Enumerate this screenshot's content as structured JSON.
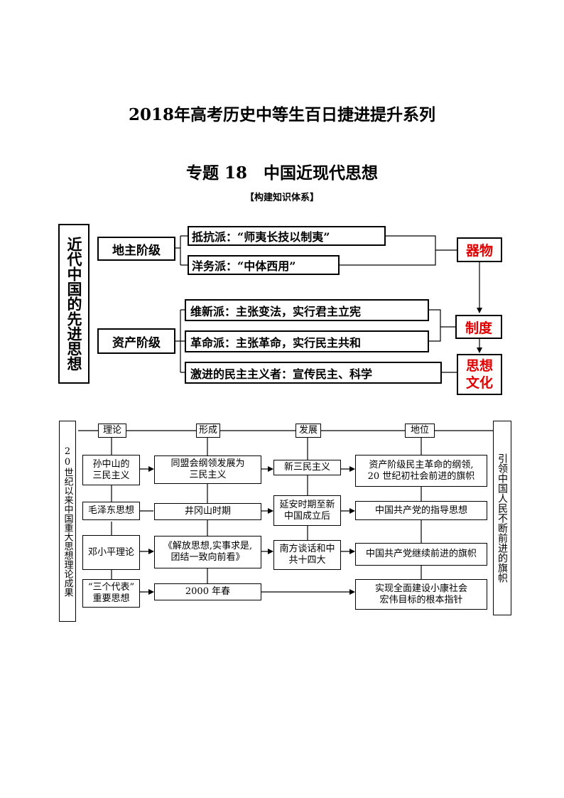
{
  "header": {
    "series_title": "2018年高考历史中等生百日捷进提升系列",
    "topic_title": "专题 18　中国近现代思想",
    "section_label": "【构建知识体系】"
  },
  "diagram1": {
    "side_label": "近代中国的先进思想",
    "class_landlord": "地主阶级",
    "class_bourgeois": "资产阶级",
    "resist": "抵抗派：“师夷长技以制夷”",
    "westernize": "洋务派：“中体西用”",
    "reform": "维新派：主张变法，实行君主立宪",
    "revolution": "革命派：主张革命，实行民主共和",
    "radical": "激进的民主主义者：宣传民主、科学",
    "level_tools": "器物",
    "level_system": "制度",
    "level_culture_1": "思想",
    "level_culture_2": "文化"
  },
  "diagram2": {
    "left_label": "20世纪以来中国重大思想理论成果",
    "right_label": "引领中国人民不断前进的旗帜",
    "headers": [
      "理论",
      "形成",
      "发展",
      "地位"
    ],
    "rows": [
      {
        "theory": "孙中山的\n三民主义",
        "formation": "同盟会纲领发展为\n三民主义",
        "development": "新三民主义",
        "status": "资产阶级民主革命的纲领,\n20 世纪初社会前进的旗帜"
      },
      {
        "theory": "毛泽东思想",
        "formation": "井冈山时期",
        "development": "延安时期至新\n中国成立后",
        "status": "中国共产党的指导思想"
      },
      {
        "theory": "邓小平理论",
        "formation": "《解放思想,实事求是,\n团结一致向前看》",
        "development": "南方谈话和中\n共十四大",
        "status": "中国共产党继续前进的旗帜"
      },
      {
        "theory": "“三个代表”\n重要思想",
        "formation": "2000 年春",
        "development": "",
        "status": "实现全面建设小康社会\n宏伟目标的根本指针"
      }
    ]
  }
}
